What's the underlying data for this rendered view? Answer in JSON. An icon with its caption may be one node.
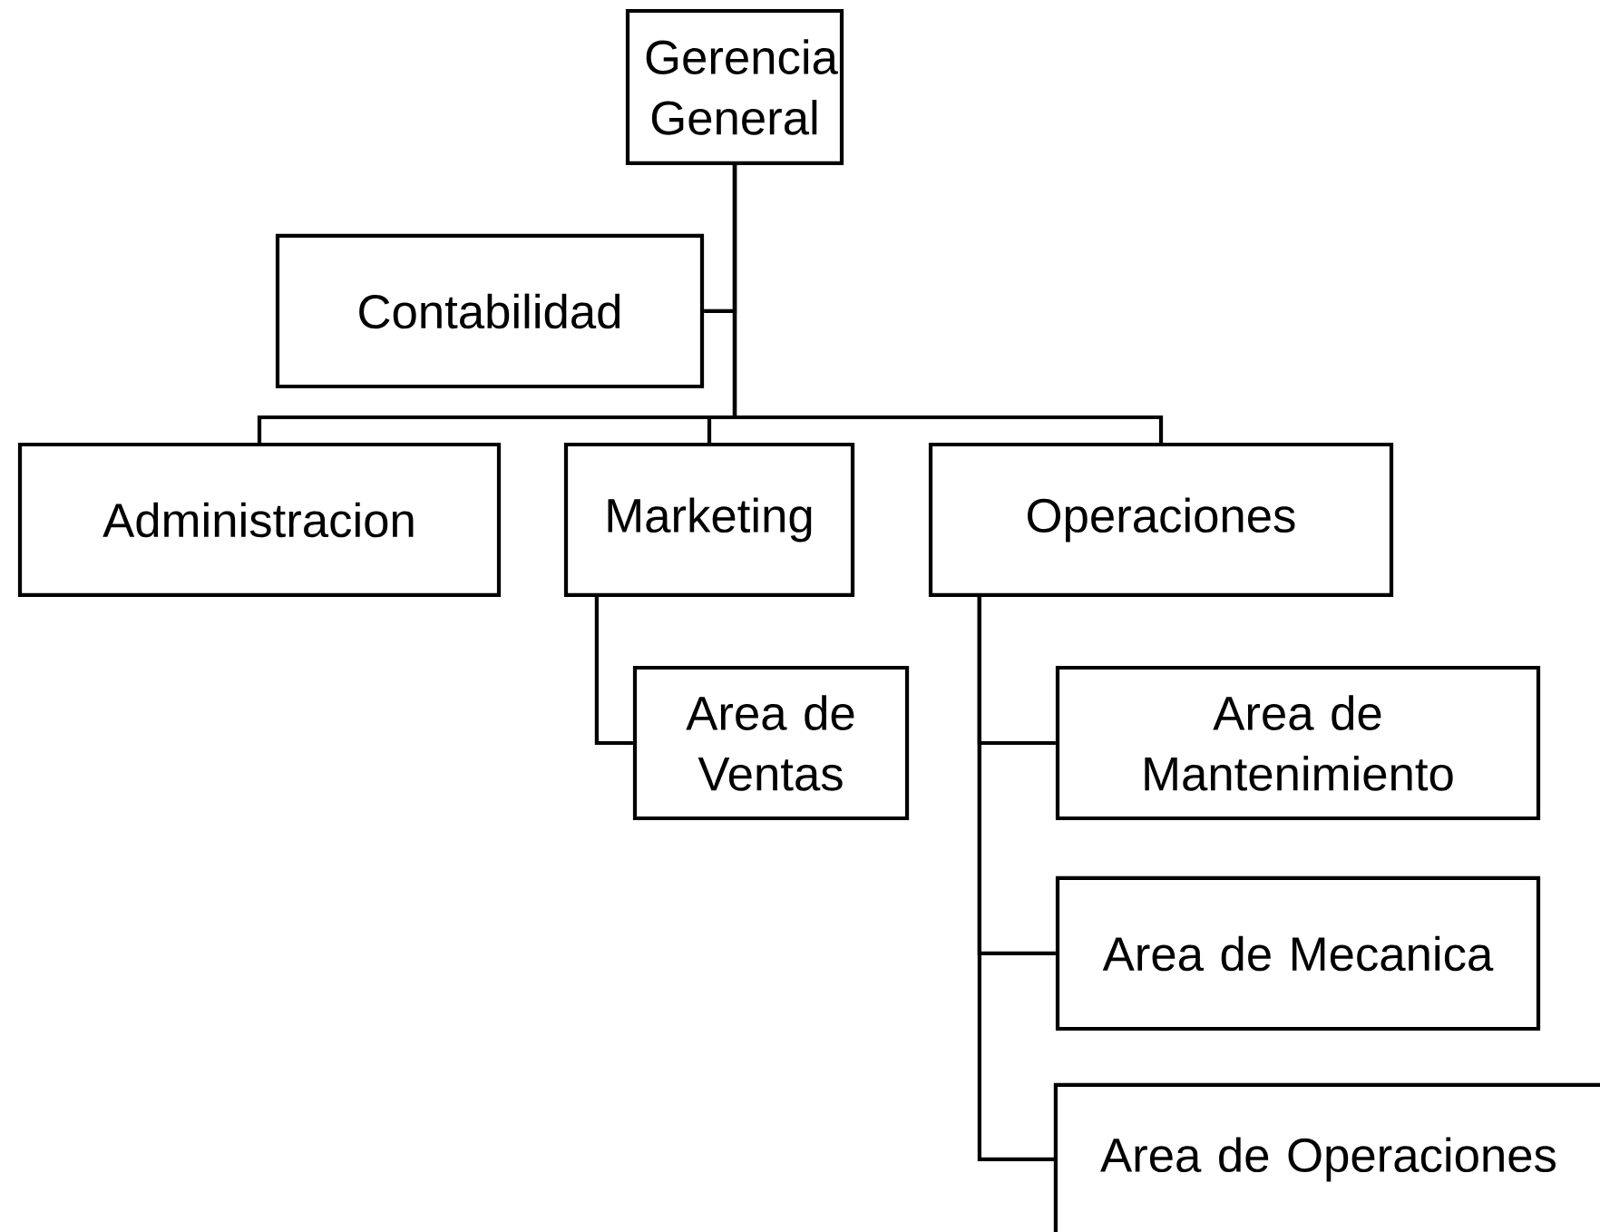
{
  "diagram": {
    "nodes": [
      {
        "text": [
          "Gerencia General"
        ]
      },
      {
        "text": [
          "Contabilidad"
        ]
      },
      {
        "text": [
          "Administracion"
        ]
      },
      {
        "text": [
          "Marketing"
        ]
      },
      {
        "text": [
          "Operaciones"
        ]
      },
      {
        "text": [
          "Area de Ventas"
        ]
      },
      {
        "text": [
          "Area de Mantenimiento"
        ]
      },
      {
        "text": [
          "Area de Mecanica"
        ]
      },
      {
        "text": [
          "Area de Operaciones"
        ]
      }
    ],
    "edges": [
      {
        "from": 0,
        "to": 1,
        "arrow": "none"
      },
      {
        "from": 0,
        "to": 2,
        "arrow": "none"
      },
      {
        "from": 0,
        "to": 3,
        "arrow": "none"
      },
      {
        "from": 0,
        "to": 4,
        "arrow": "none"
      },
      {
        "from": 3,
        "to": 5,
        "arrow": "none"
      },
      {
        "from": 4,
        "to": 6,
        "arrow": "none"
      },
      {
        "from": 4,
        "to": 7,
        "arrow": "none"
      },
      {
        "from": 4,
        "to": 8,
        "arrow": "none"
      }
    ]
  }
}
